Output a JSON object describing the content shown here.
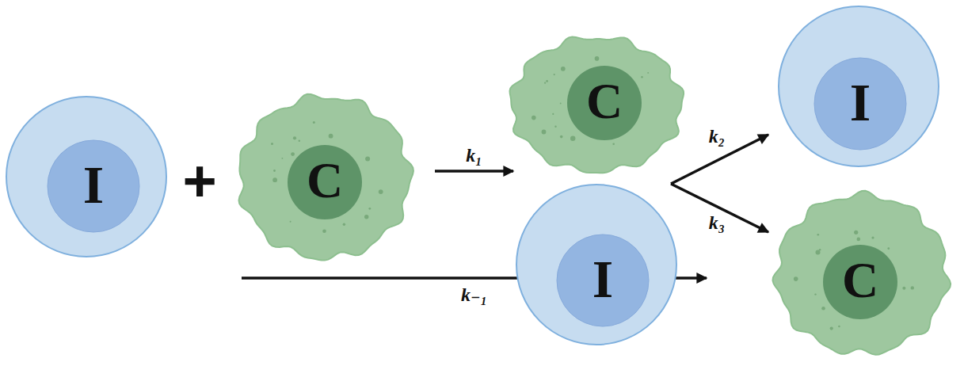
{
  "diagram": {
    "nodes": [
      {
        "text": [
          "I"
        ]
      },
      {
        "text": [
          "C"
        ]
      },
      {
        "text": [
          "C"
        ]
      },
      {
        "text": [
          "I"
        ]
      },
      {
        "text": [
          "I"
        ]
      },
      {
        "text": [
          "C"
        ]
      }
    ],
    "edges": [
      {
        "from": 1,
        "to": 2,
        "arrow": "to",
        "label": "k₁"
      },
      {
        "from": 2,
        "to": 1,
        "arrow": "to",
        "label": "k₋₁"
      },
      {
        "from": 3,
        "to": 4,
        "arrow": "to",
        "label": "k₂"
      },
      {
        "from": 3,
        "to": 5,
        "arrow": "to",
        "label": "k₃"
      }
    ],
    "labels": [
      "+"
    ]
  }
}
